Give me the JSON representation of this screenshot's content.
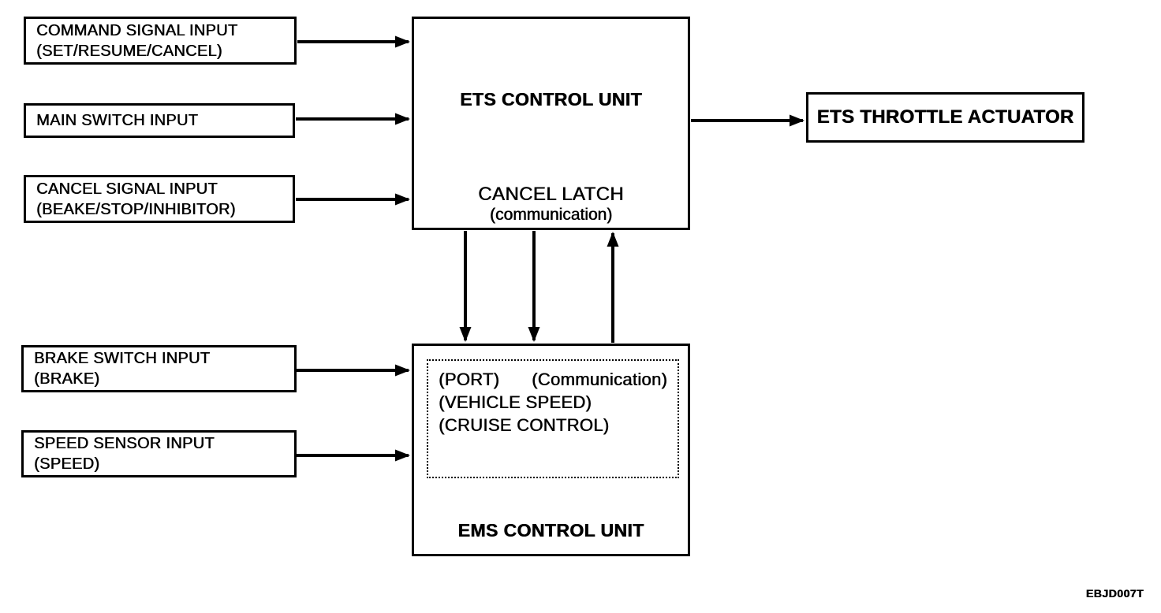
{
  "diagram": {
    "inputs": {
      "command": {
        "line1": "COMMAND SIGNAL INPUT",
        "line2": "(SET/RESUME/CANCEL)"
      },
      "main_switch": {
        "line1": "MAIN SWITCH INPUT"
      },
      "cancel": {
        "line1": "CANCEL SIGNAL INPUT",
        "line2": "(BEAKE/STOP/INHIBITOR)"
      },
      "brake": {
        "line1": "BRAKE SWITCH INPUT",
        "line2": "(BRAKE)"
      },
      "speed": {
        "line1": "SPEED SENSOR INPUT",
        "line2": "(SPEED)"
      }
    },
    "ets_control_unit": {
      "title": "ETS CONTROL UNIT",
      "cancel_latch": "CANCEL LATCH",
      "cancel_latch_sub": "(communication)"
    },
    "ets_throttle_actuator": {
      "title": "ETS THROTTLE ACTUATOR"
    },
    "ems_control_unit": {
      "title": "EMS CONTROL UNIT",
      "io_labels": {
        "port": "(PORT)",
        "communication": "(Communication)",
        "vehicle_speed": "(VEHICLE SPEED)",
        "cruise_control": "(CRUISE CONTROL)"
      }
    },
    "figure_code": "EBJD007T",
    "colors": {
      "ink": "#000000",
      "background": "#ffffff"
    }
  }
}
